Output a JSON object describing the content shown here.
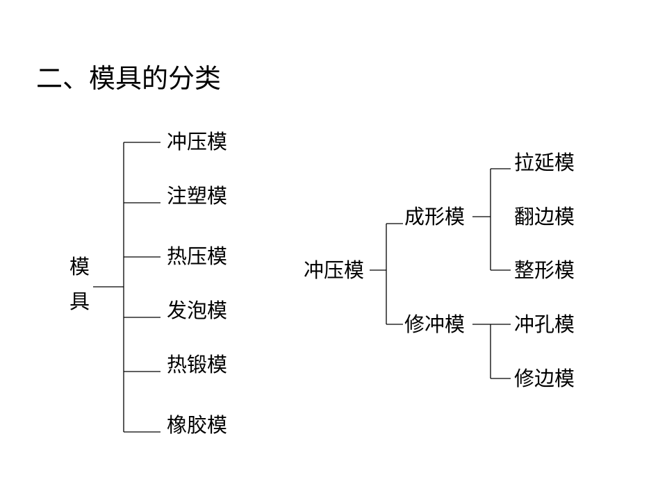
{
  "title": "二、模具的分类",
  "tree1": {
    "root_line1": "模",
    "root_line2": "具",
    "children": [
      "冲压模",
      "注塑模",
      "热压模",
      "发泡模",
      "热锻模",
      "橡胶模"
    ]
  },
  "tree2": {
    "root": "冲压模",
    "branch1": {
      "label": "成形模",
      "children": [
        "拉延模",
        "翻边模",
        "整形模"
      ]
    },
    "branch2": {
      "label": "修冲模",
      "children": [
        "冲孔模",
        "修边模"
      ]
    }
  }
}
